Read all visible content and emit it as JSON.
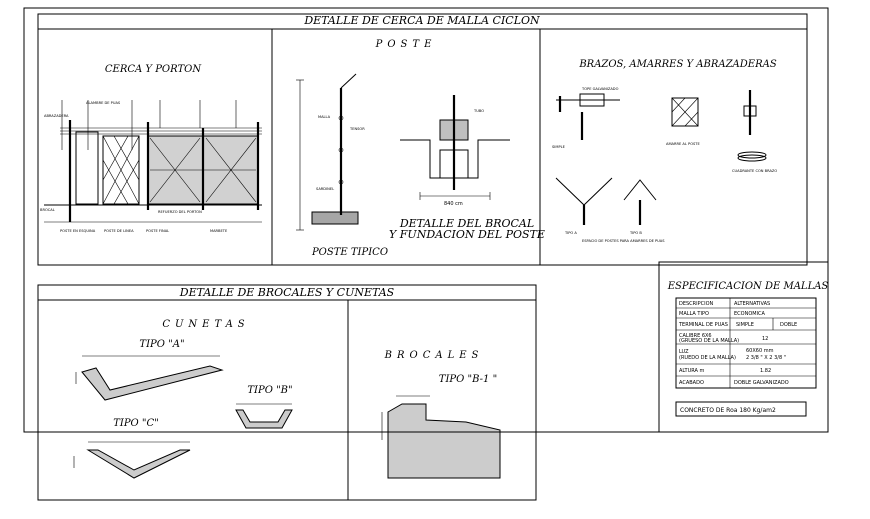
{
  "cerca": {
    "title": "DETALLE DE CERCA DE MALLA CICLON",
    "sub_cerca": "CERCA Y PORTON",
    "sub_poste": "POSTE",
    "sub_brazos": "BRAZOS, AMARRES Y ABRAZADERAS",
    "poste_tipico": "POSTE TIPICO",
    "brocal_line1": "DETALLE DEL BROCAL",
    "brocal_line2": "Y FUNDACION DEL POSTE",
    "dim_840": "840 cm"
  },
  "brocales_panel": {
    "title": "DETALLE DE BROCALES Y CUNETAS",
    "cunetas": "CUNETAS",
    "tipo_a": "TIPO \"A\"",
    "tipo_b": "TIPO \"B\"",
    "tipo_c": "TIPO \"C\"",
    "brocales": "BROCALES",
    "tipo_b1": "TIPO \"B-1 \""
  },
  "spec": {
    "title": "ESPECIFICACION DE MALLAS",
    "rows": [
      {
        "label": "DESCRIPCION",
        "value": "ALTERNATIVAS"
      },
      {
        "label": "MALLA TIPO",
        "value": "ECONOMICA"
      },
      {
        "label": "TERMINAL DE PUAS",
        "value_a": "SIMPLE",
        "value_b": "DOBLE"
      },
      {
        "label": "CALIBRE 6X6",
        "label2": "(GRUESO DE LA MALLA)",
        "value": "12"
      },
      {
        "label": "LUZ",
        "label2": "(RUEDO DE LA MALLA)",
        "value": "60X60 mm",
        "value2": "2 3/8 \" X 2 3/8 \""
      },
      {
        "label": "ALTURA m",
        "value": "1.82"
      },
      {
        "label": "ACABADO",
        "value": "DOBLE GALVANIZADO"
      }
    ],
    "concreto": "CONCRETO DE Roa 180 Kg/am2"
  },
  "labels": {
    "abrazadera": "ABRAZADERA",
    "brocal": "BROCAL",
    "poste_esquina": "POSTE EN ESQUINA",
    "poste_linea": "POSTE DE LINEA",
    "poste_final": "POSTE FINAL",
    "refuerzo": "REFUERZO DEL PORTON",
    "marbete": "MARBETE",
    "alambre": "ALAMBRE DE PUAS",
    "malla": "MALLA",
    "sardinel": "SARDINEL",
    "tubo": "TUBO",
    "simple": "SIMPLE",
    "tipo_a_small": "TIPO A",
    "tipo_b_small": "TIPO B",
    "espacio": "ESPACIO DE POSTES PARA AMARRES DE PUAS",
    "tope": "TOPE GALVANIZADO",
    "tensor": "TENSOR",
    "amarre": "AMARRE AL POSTE",
    "cuadrante": "CUADRANTE CON BRAZO"
  }
}
